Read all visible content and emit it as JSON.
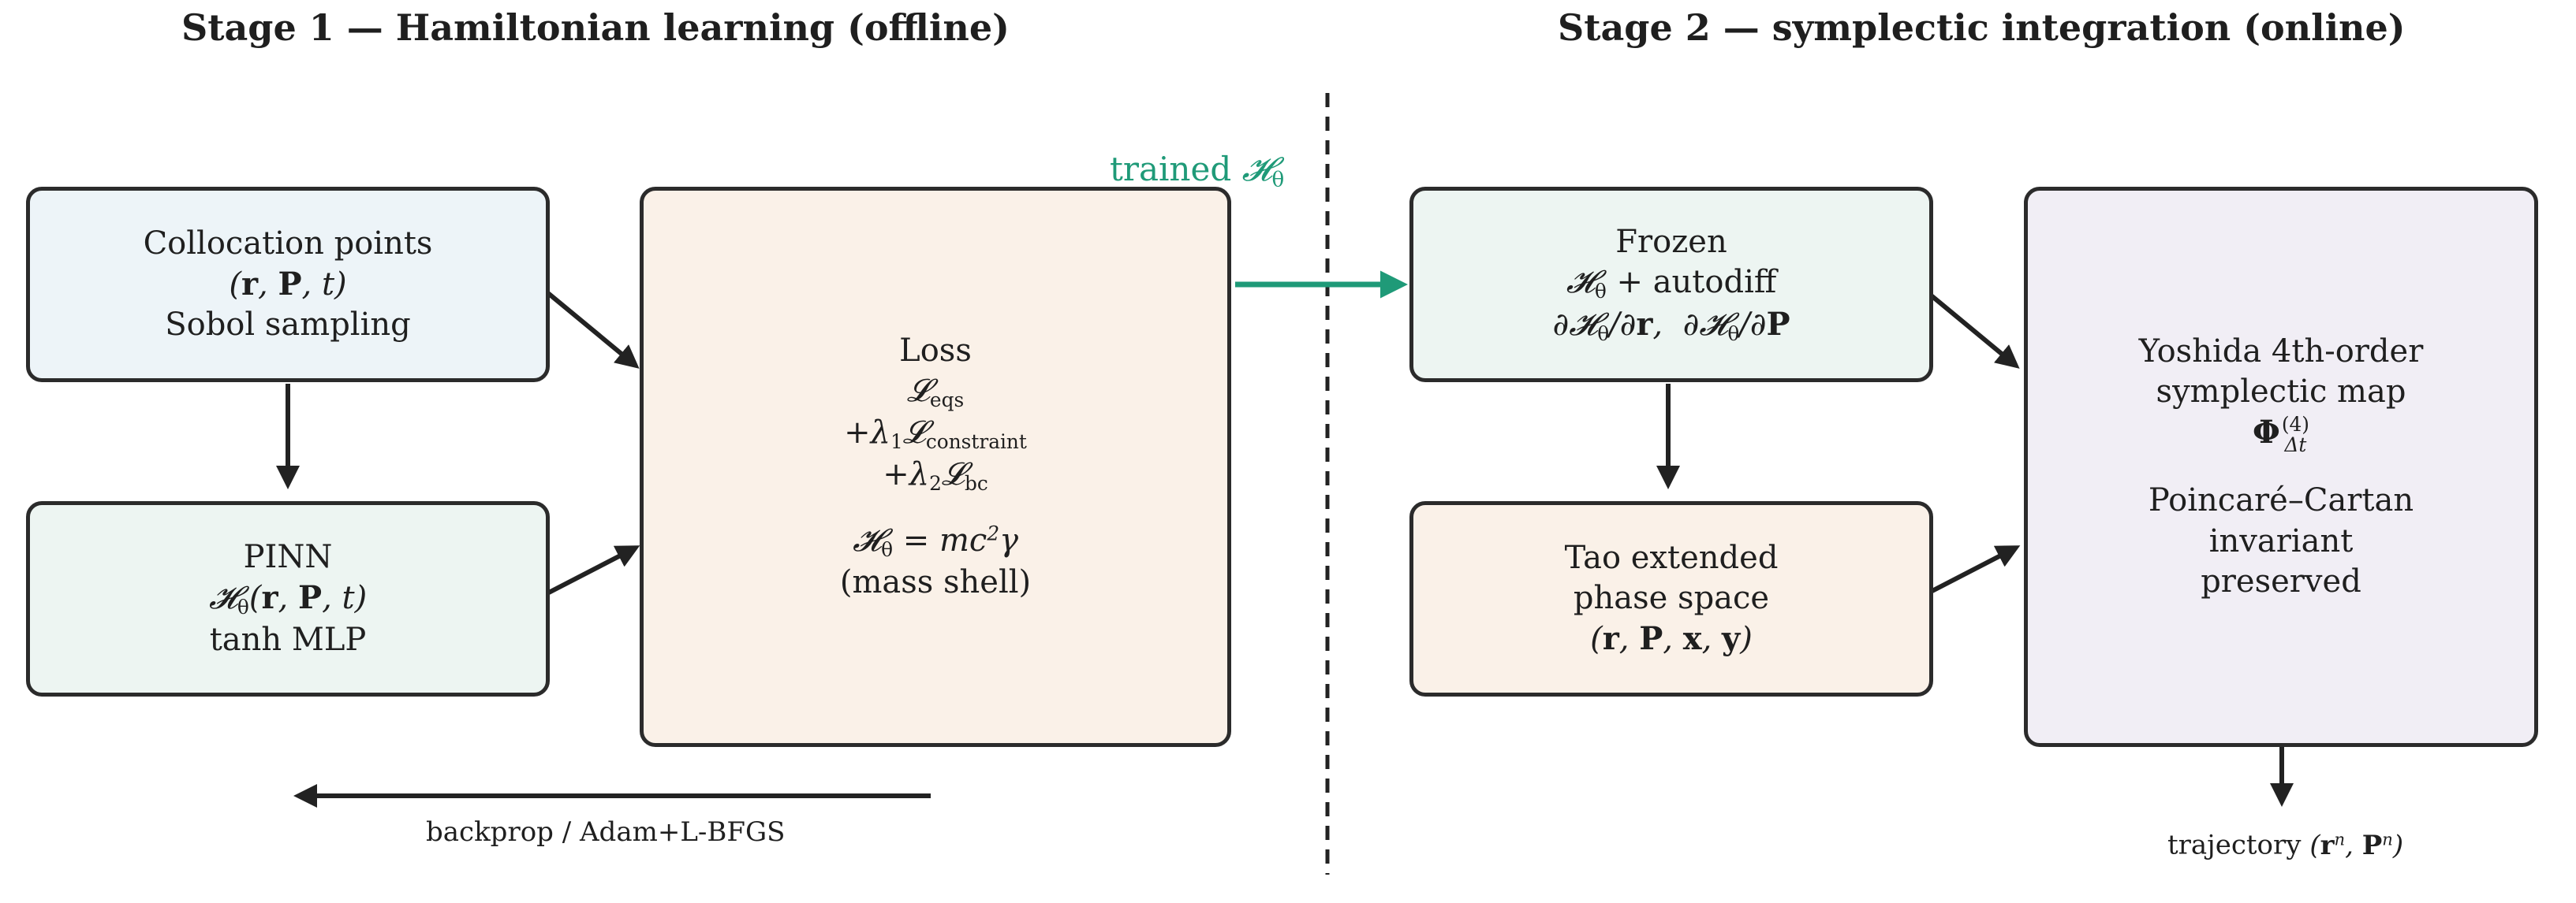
{
  "stage1": {
    "title": "Stage 1 — Hamiltonian learning (offline)"
  },
  "stage2": {
    "title": "Stage 2 — symplectic integration (online)"
  },
  "boxes": {
    "collocation": {
      "line1": "Collocation points",
      "line3": "Sobol sampling",
      "fill": "#edf4f8"
    },
    "pinn": {
      "line1": "PINN",
      "line3": "tanh MLP",
      "fill": "#edf5f2"
    },
    "loss": {
      "line1": "Loss",
      "line_constraint": "constraint",
      "line_bc": "bc",
      "line_eqs": "eqs",
      "line_mass": "(mass shell)",
      "fill": "#faf1e8"
    },
    "frozen": {
      "line1": "Frozen",
      "line2_suffix": " + autodiff",
      "fill": "#edf5f2"
    },
    "tao": {
      "line1": "Tao extended",
      "line2": "phase space",
      "fill": "#faf1e8"
    },
    "yoshida": {
      "line1": "Yoshida 4th-order",
      "line2": "symplectic map",
      "sup": "(4)",
      "sub": "Δt",
      "line4": "Poincaré–Cartan",
      "line5": "invariant",
      "line6": "preserved",
      "fill": "#f1eef5"
    }
  },
  "labels": {
    "trained": "trained",
    "backprop": "backprop / Adam+L-BFGS",
    "trajectory": "trajectory"
  },
  "colors": {
    "accent": "#1f9a78",
    "ink": "#222222",
    "border": "#2b2b2b"
  }
}
